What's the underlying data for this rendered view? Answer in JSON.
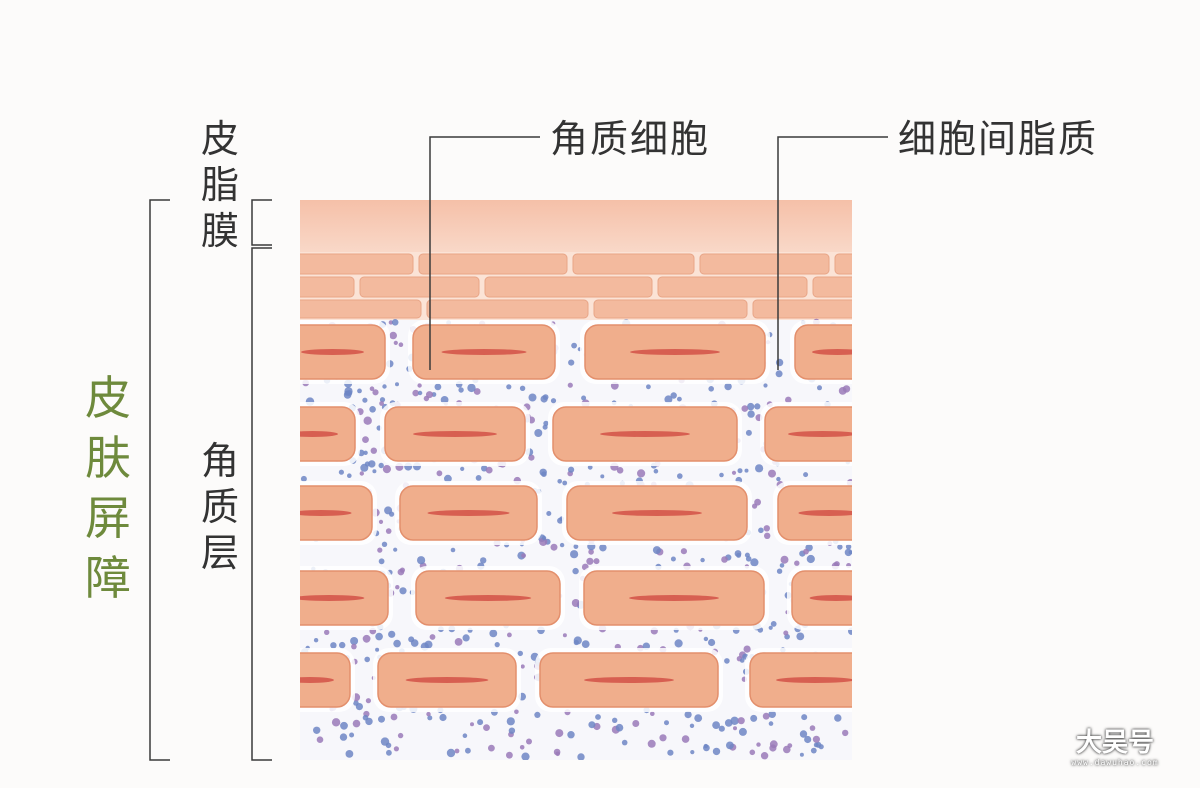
{
  "labels": {
    "sebum_film": "皮脂膜",
    "skin_barrier": "皮肤屏障",
    "stratum_corneum": "角质层",
    "corneocyte": "角质细胞",
    "intercellular_lipid": "细胞间脂质"
  },
  "watermark": {
    "logo": "大吴号",
    "url": "www.dawuhao.com"
  },
  "colors": {
    "sebum_film": "#f6c7b3",
    "brick": "#f2b395",
    "brick_border": "#e59b7a",
    "cell": "#f0ae8c",
    "cell_border": "#e38f6c",
    "nucleus": "#d4574a",
    "lipid_blue": "#6e86c4",
    "lipid_purple": "#9a7ab8",
    "barrier_text": "#6e8a3c"
  }
}
